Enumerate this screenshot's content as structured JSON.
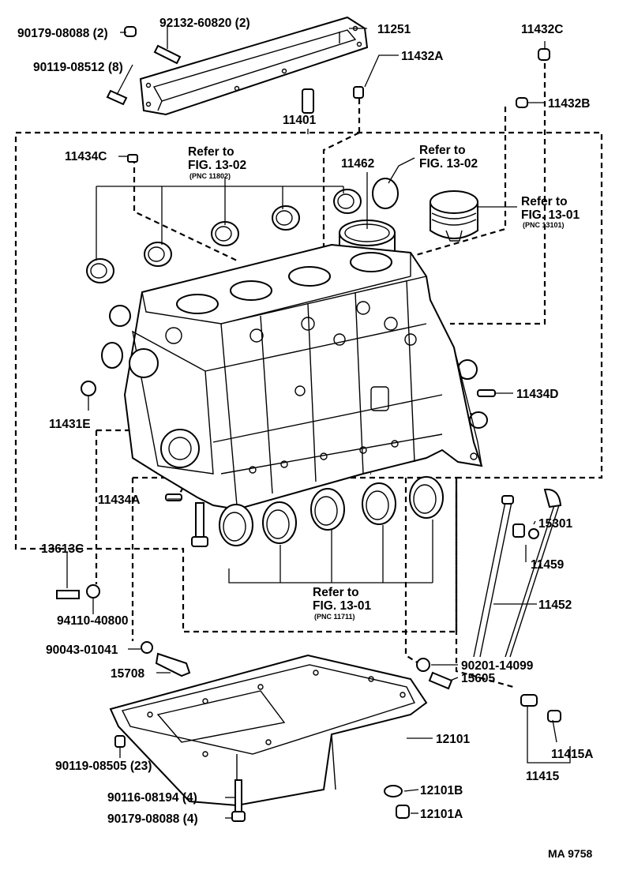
{
  "labels": {
    "p90179_top": "90179-08088 (2)",
    "p92132": "92132-60820 (2)",
    "p11251": "11251",
    "p90119_8512": "90119-08512 (8)",
    "p11432A": "11432A",
    "p11432C": "11432C",
    "p11432B": "11432B",
    "p11401": "11401",
    "p11434C": "11434C",
    "p11462": "11462",
    "p11431E": "11431E",
    "p11434D": "11434D",
    "p11434A": "11434A",
    "p15301": "15301",
    "p11459": "11459",
    "p11452": "11452",
    "p13613C": "13613C",
    "p94110": "94110-40800",
    "p90043": "90043-01041",
    "p15708": "15708",
    "p90201": "90201-14099",
    "p15605": "15605",
    "p12101": "12101",
    "p11415A": "11415A",
    "p11415": "11415",
    "p90119_8505": "90119-08505 (23)",
    "p90116": "90116-08194 (4)",
    "p12101B": "12101B",
    "p90179_bot": "90179-08088 (4)",
    "p12101A": "12101A"
  },
  "refs": {
    "ref1": {
      "line1": "Refer to",
      "line2": "FIG. 13-02",
      "pnc": "(PNC 11802)"
    },
    "ref2": {
      "line1": "Refer to",
      "line2": "FIG. 13-02"
    },
    "ref3": {
      "line1": "Refer to",
      "line2": "FIG. 13-01",
      "pnc": "(PNC 13101)"
    },
    "ref4": {
      "line1": "Refer to",
      "line2": "FIG. 13-01",
      "pnc": "(PNC 11711)"
    }
  },
  "code": "MA  9758"
}
